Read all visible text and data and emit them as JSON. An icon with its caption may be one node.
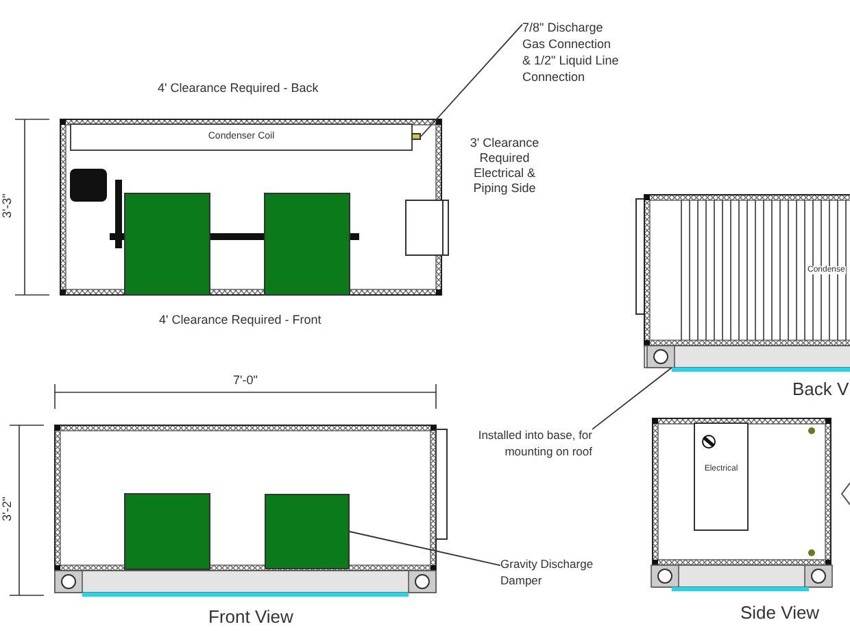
{
  "diagram": {
    "nodes": [
      {
        "text": [
          "7/8\" Discharge Gas Connection & 1/2\" Liquid Line Connection"
        ]
      },
      {
        "text": [
          "Condenser Coil"
        ]
      },
      {
        "text": [],
        "shape": "box"
      },
      {
        "text": [],
        "shape": "bar"
      },
      {
        "text": [
          "Installed into base, for mounting on roof"
        ]
      },
      {
        "text": [],
        "shape": "box"
      },
      {
        "text": [
          "Gravity Discharge Damper"
        ]
      },
      {
        "text": [
          "Electrical"
        ]
      }
    ],
    "edges": [
      {
        "from": 0,
        "to": 2,
        "arrow": "none"
      },
      {
        "from": 4,
        "to": 3,
        "arrow": "none"
      },
      {
        "from": 6,
        "to": 5,
        "arrow": "none"
      }
    ],
    "labels": [
      "4' Clearance Required - Back",
      "3'-3\"",
      "3' Clearance Required Electrical & Piping Side",
      "4' Clearance Required - Front",
      "7'-0\"",
      "3'-2\"",
      "Condense",
      "Back V",
      "Front View",
      "Side View"
    ]
  }
}
